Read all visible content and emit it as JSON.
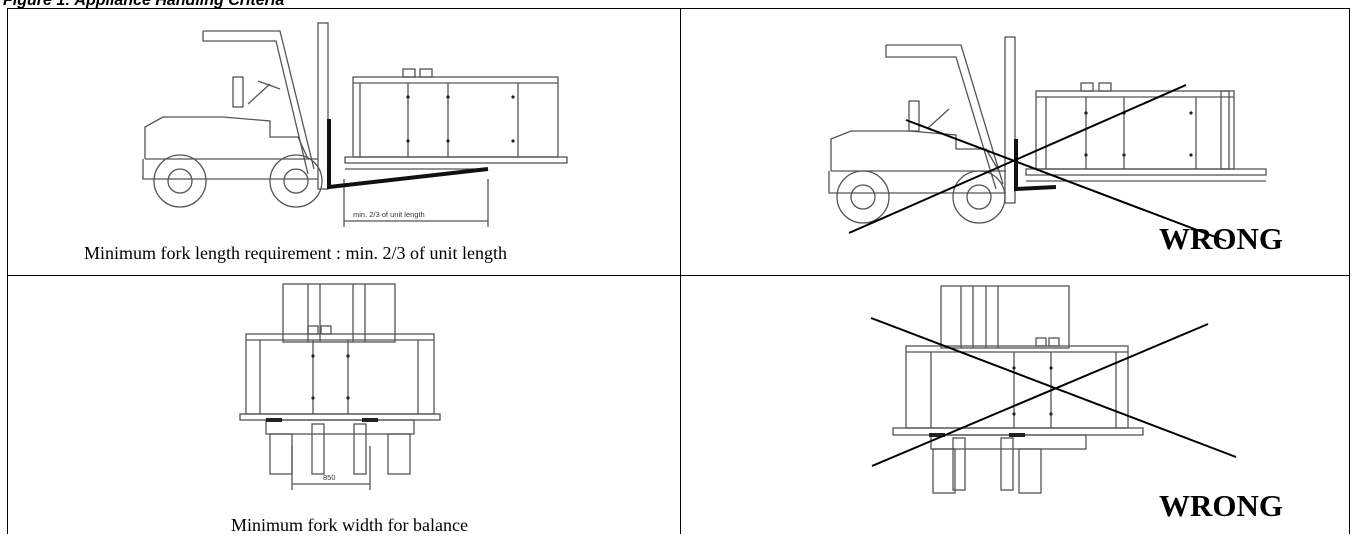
{
  "figure": {
    "title": "Figure 1: Appliance Handling Criteria"
  },
  "panels": [
    {
      "id": "fork-length-correct",
      "dimension_label": "min. 2/3 of unit length",
      "caption": "Minimum  fork length requirement : min. 2/3 of unit length"
    },
    {
      "id": "fork-length-wrong",
      "verdict": "WRONG"
    },
    {
      "id": "fork-width-correct",
      "dimension_label": "850",
      "caption": "Minimum fork width for balance"
    },
    {
      "id": "fork-width-wrong",
      "verdict": "WRONG"
    }
  ]
}
